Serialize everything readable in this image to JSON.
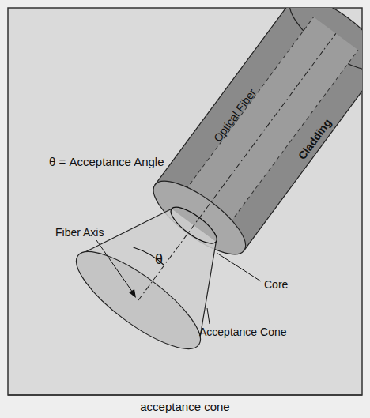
{
  "diagram": {
    "caption": "acceptance cone",
    "labels": [
      "θ = Acceptance Angle",
      "θ",
      "Optical Fiber",
      "Cladding",
      "Fiber Axis",
      "Core",
      "Acceptance Cone"
    ]
  }
}
